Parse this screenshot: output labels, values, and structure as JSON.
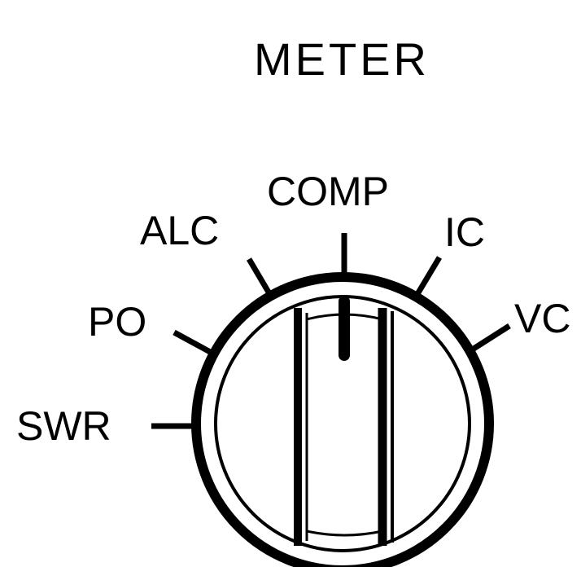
{
  "title": "METER",
  "selector": {
    "positions": [
      "SWR",
      "PO",
      "ALC",
      "COMP",
      "IC",
      "VC"
    ],
    "selected": "COMP"
  },
  "colors": {
    "ink": "#000000",
    "background": "#ffffff"
  }
}
